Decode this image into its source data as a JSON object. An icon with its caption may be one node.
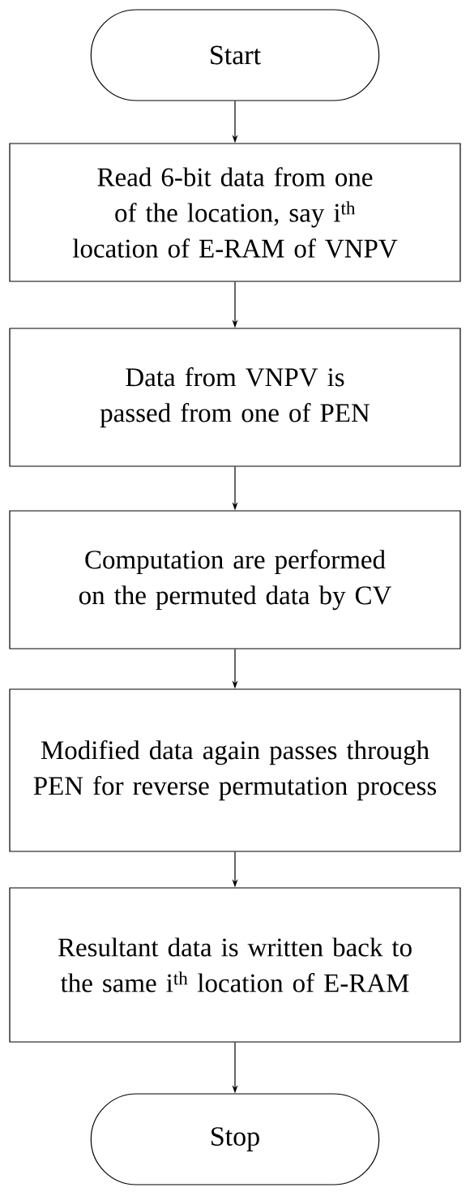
{
  "diagram": {
    "nodes": [
      {
        "text": [
          "Start"
        ]
      },
      {
        "text": [
          "Read 6-bit data from one of the location, say i$^{th}$ location of E-RAM of VNPV"
        ]
      },
      {
        "text": [
          "Data from VNPV is passed from one of PEN"
        ]
      },
      {
        "text": [
          "Computation are performed on the permuted data by CV"
        ]
      },
      {
        "text": [
          "Modified data again passes through PEN for reverse permutation process"
        ]
      },
      {
        "text": [
          "Resultant data is written back to the same i$^{th}$ location of E-RAM"
        ]
      },
      {
        "text": [
          "Stop"
        ]
      }
    ],
    "edges": [
      {
        "from": 0,
        "to": 1,
        "arrow": "to"
      },
      {
        "from": 1,
        "to": 2,
        "arrow": "to"
      },
      {
        "from": 2,
        "to": 3,
        "arrow": "to"
      },
      {
        "from": 3,
        "to": 4,
        "arrow": "to"
      },
      {
        "from": 4,
        "to": 5,
        "arrow": "to"
      },
      {
        "from": 5,
        "to": 6,
        "arrow": "to"
      }
    ]
  }
}
